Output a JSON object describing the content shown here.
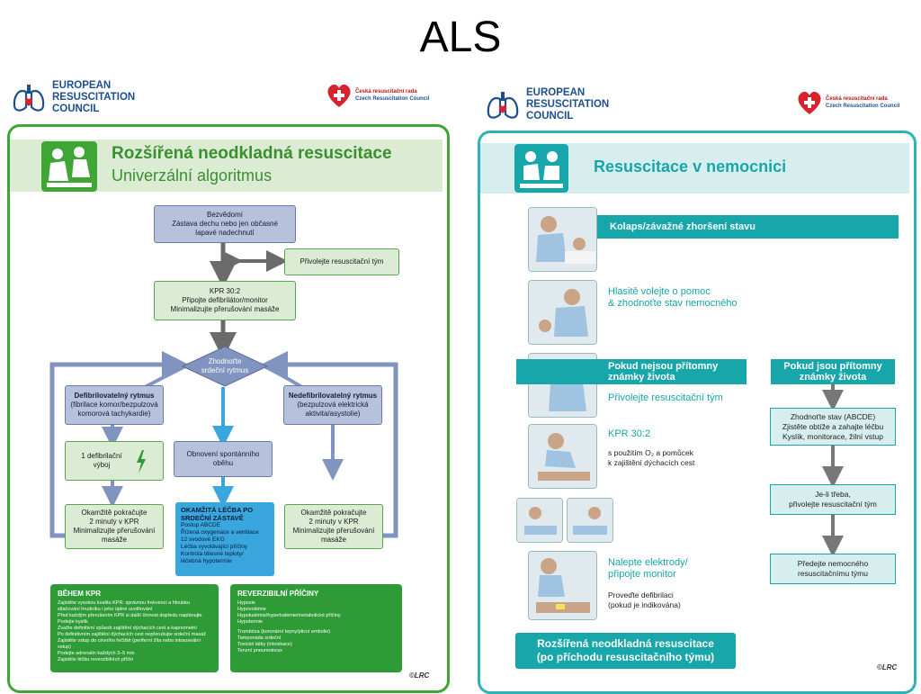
{
  "slide_title": "ALS",
  "logos": {
    "erc": [
      "EUROPEAN",
      "RESUSCITATION",
      "COUNCIL"
    ],
    "crc": [
      "Česká resuscitační rada",
      "Czech Resuscitation Council"
    ]
  },
  "left": {
    "title": "Rozšířená neodkladná resuscitace",
    "subtitle": "Univerzální algoritmus",
    "nodes": {
      "unresponsive": [
        "Bezvědomí",
        "Zástava dechu nebo jen občasné",
        "lapavé nadechnutí"
      ],
      "call_team": "Přivolejte resuscitační tým",
      "cpr": [
        "KPR 30:2",
        "Připojte defibrilátor/monitor",
        "Minimalizujte přerušování masáže"
      ],
      "assess": [
        "Zhodnoťte",
        "srdeční rytmus"
      ],
      "shockable": [
        "Defibrilovatelný rytmus",
        "(fibrilace komor/bezpulzová",
        "komorová tachykardie)"
      ],
      "nonshockable": [
        "Nedefibrilovatelný rytmus",
        "(bezpulzová elektrická",
        "aktivita/asystolie)"
      ],
      "shock": [
        "1 defibrilační",
        "výboj"
      ],
      "rosc": [
        "Obnovení spontánního",
        "oběhu"
      ],
      "resume_left": [
        "Okamžitě pokračujte",
        "2 minuty v KPR",
        "Minimalizujte přerušování",
        "masáže"
      ],
      "resume_right": [
        "Okamžitě pokračujte",
        "2 minuty v KPR",
        "Minimalizujte přerušování",
        "masáže"
      ],
      "post": {
        "title": "OKAMŽITÁ LÉČBA PO SRDEČNÍ ZÁSTAVĚ",
        "items": [
          "Postup ABCDE",
          "Řízená oxygenace a ventilace",
          "12 svodové EKG",
          "Léčba vyvolávající příčiny",
          "Kontrola tělesné teploty/",
          "léčebná hypotermie"
        ]
      }
    },
    "during_cpr": {
      "title": "BĚHEM KPR",
      "items": [
        "Zajistěte vysokou kvalitu KPR: správnou frekvenci a hloubku",
        "stlačování hrudníku i jeho úplné uvolňování",
        "Před každým přerušením KPR si další činnost dopředu naplánujte",
        "Podejte kyslík",
        "Zvažte definitivní způsob zajištění dýchacích cest a kapnometrii",
        "Po definitivním zajištění dýchacích cest nepřerušujte srdeční masáž",
        "Zajistěte vstup do cévního řečiště (periferní žíla nebo intraoseální",
        "vstup)",
        "Podejte adrenalin každých 3–5 min",
        "Zajistěte léčbu reverzibilních příčin"
      ]
    },
    "reversible": {
      "title": "REVERZIBILNÍ PŘÍČINY",
      "items_h": [
        "Hypoxie",
        "Hypovolémie",
        "Hypokalémie/hyperkalémie/metabolické příčiny",
        "Hypotermie"
      ],
      "items_t": [
        "Trombóza (koronární tepny/plicní embolie)",
        "Tamponáda srdeční",
        "Toxické látky (intoxikace)",
        "Tenzní pneumotorax"
      ]
    }
  },
  "right": {
    "title": "Resuscitace v nemocnici",
    "collapse": "Kolaps/závažné zhoršení stavu",
    "shout": [
      "Hlasitě volejte o pomoc",
      "& zhodnoťte stav nemocného"
    ],
    "no_signs": [
      "Pokud nejsou přítomny",
      "známky života"
    ],
    "signs": [
      "Pokud jsou přítomny",
      "známky života"
    ],
    "call_team": "Přivolejte resuscitační tým",
    "cpr": "KPR 30:2",
    "cpr_detail": [
      "s použitím O₂ a pomůcek",
      "k zajištění dýchacích cest"
    ],
    "assess": [
      "Zhodnoťte stav (ABCDE)",
      "Zjistěte obtíže a zahajte léčbu",
      "Kyslík, monitorace, žilní vstup"
    ],
    "if_needed": [
      "Je-li třeba,",
      "přivolejte resuscitační tým"
    ],
    "handover": [
      "Předejte nemocného",
      "resuscitačnímu týmu"
    ],
    "electrodes": [
      "Nalepte elektrody/",
      "připojte monitor"
    ],
    "defib": [
      "Proveďte defibrilaci",
      "(pokud je indikována)"
    ],
    "footer": [
      "Rozšířená neodkladná resuscitace",
      "(po příchodu resuscitačního týmu)"
    ],
    "copyright": "©LRC"
  },
  "copyright_left": "©LRC",
  "colors": {
    "green": "#3fa535",
    "teal": "#17a6a9",
    "blue_box": "#b6c2dc",
    "arrow_blue": "#8094bf",
    "rosc_blue": "#3aa6de"
  }
}
